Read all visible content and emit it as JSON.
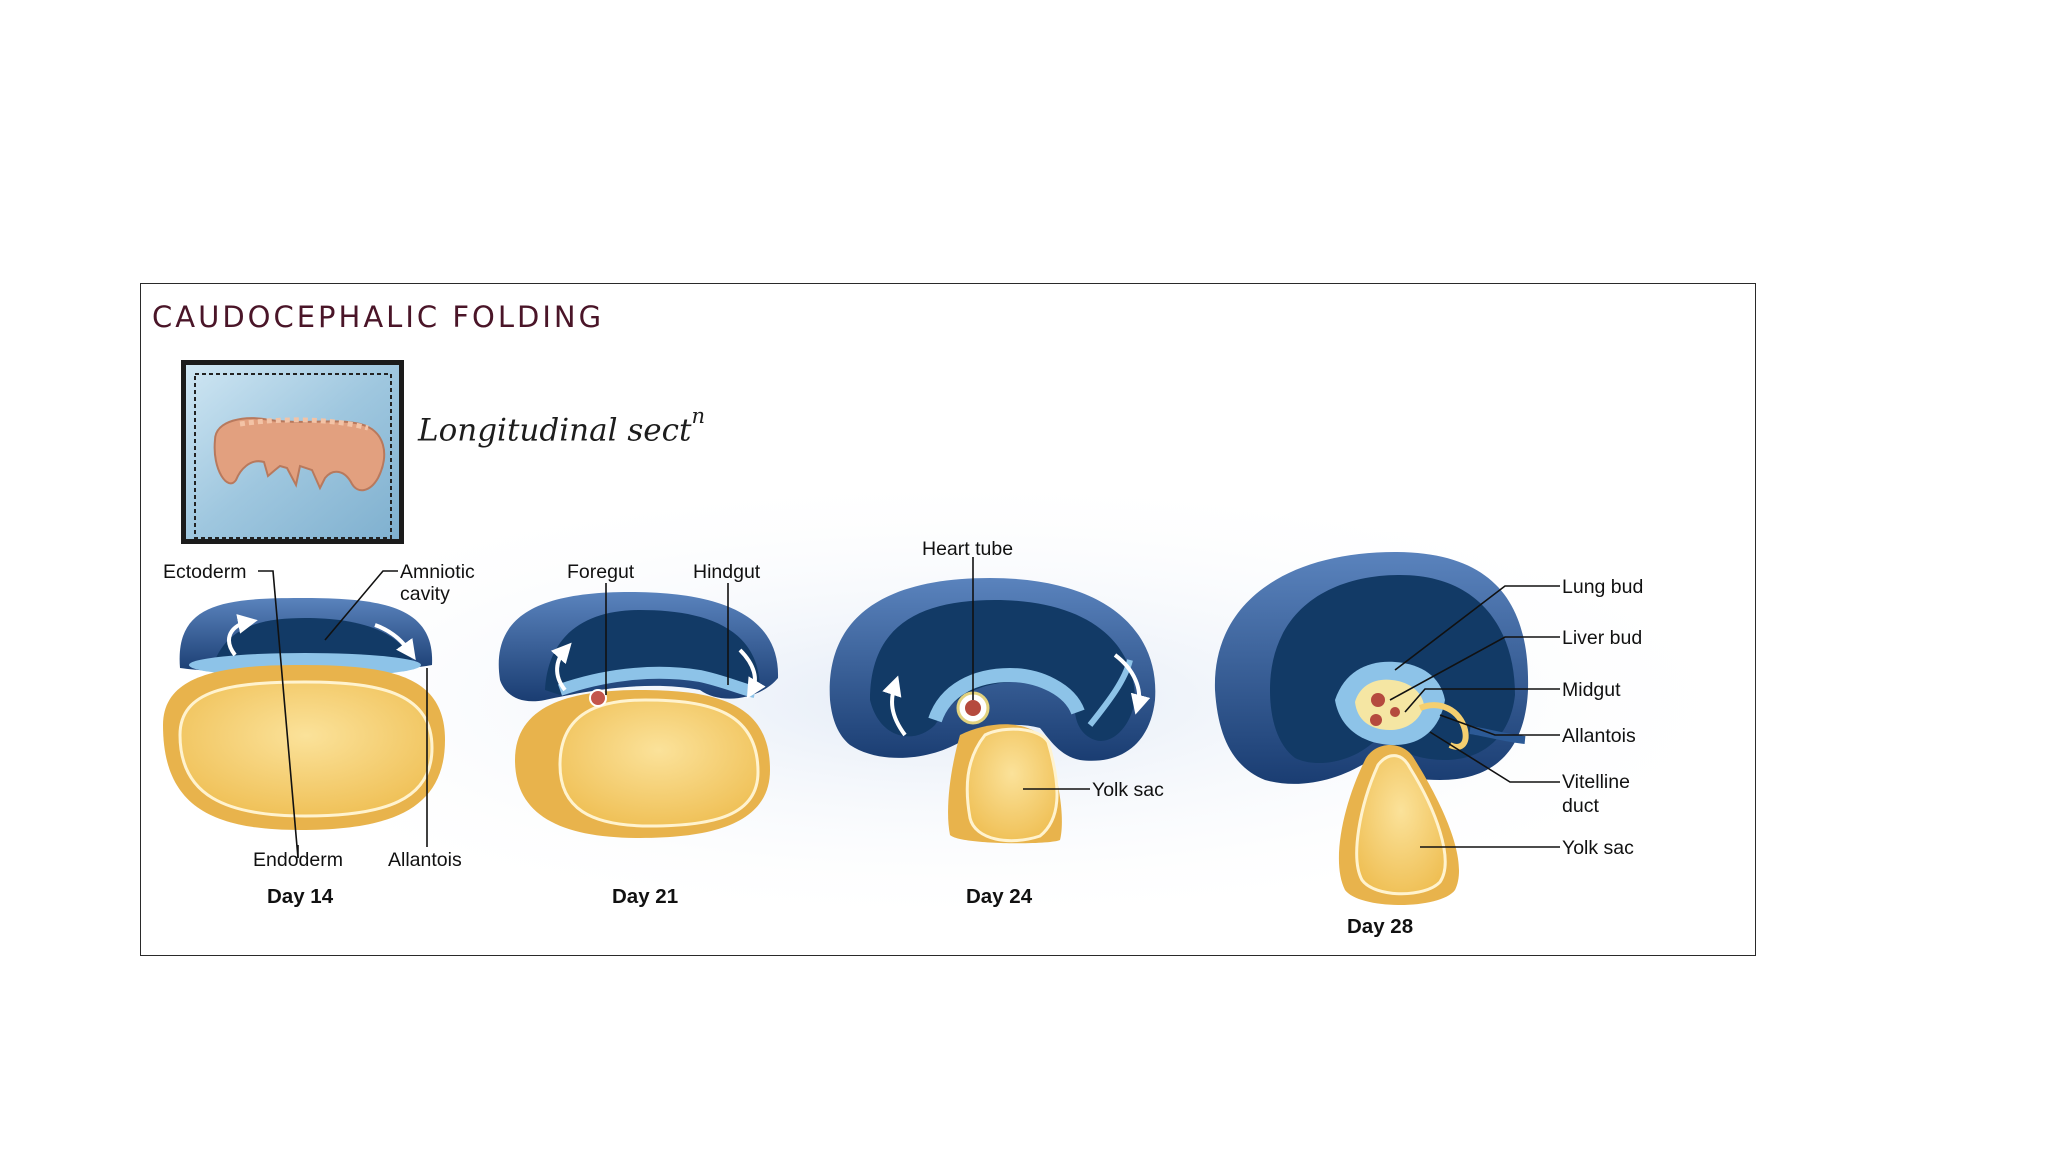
{
  "title": "CAUDOCEPHALIC FOLDING",
  "note": {
    "text": "Longitudinal sect",
    "superscript": "n"
  },
  "colors": {
    "amnion_dark": "#123a66",
    "amnion_mid": "#2c5a96",
    "ectoderm_blue": "#8dc3e8",
    "yolk": "#f5cf6f",
    "yolk_light": "#fbe39c",
    "heart": "#b54a3e",
    "title_ink": "#4a1528"
  },
  "icons": [
    "embryo-inset-image",
    "folding-arrow-icon"
  ],
  "stages": [
    {
      "day": "Day 14"
    },
    {
      "day": "Day 21"
    },
    {
      "day": "Day 24"
    },
    {
      "day": "Day 28"
    }
  ],
  "labels": {
    "ectoderm": "Ectoderm",
    "amniotic_line1": "Amniotic",
    "amniotic_line2": "cavity",
    "endoderm": "Endoderm",
    "allantois_d14": "Allantois",
    "foregut": "Foregut",
    "hindgut": "Hindgut",
    "heart_tube": "Heart tube",
    "yolk_sac_d24": "Yolk sac",
    "lung_bud": "Lung bud",
    "liver_bud": "Liver bud",
    "midgut": "Midgut",
    "allantois_d28": "Allantois",
    "vitelline_line1": "Vitelline",
    "vitelline_line2": "duct",
    "yolk_sac_d28": "Yolk sac"
  }
}
